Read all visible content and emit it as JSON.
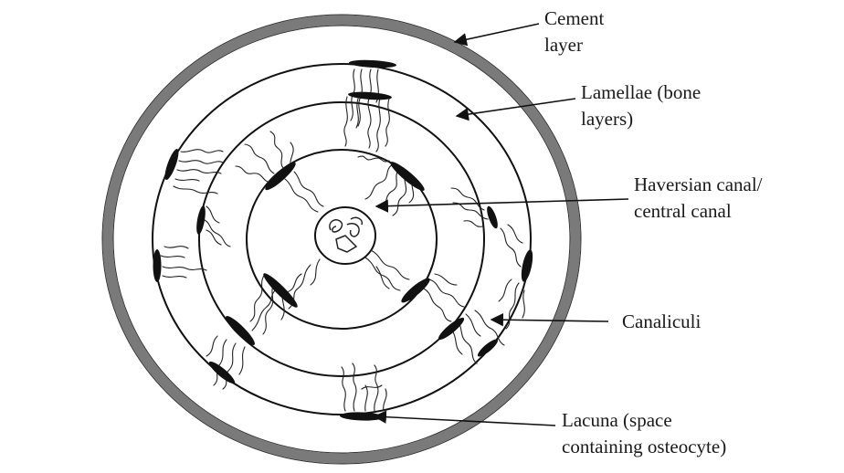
{
  "labels": {
    "cement": [
      "Cement",
      "layer"
    ],
    "lamellae": [
      "Lamellae (bone",
      "layers)"
    ],
    "haversian": [
      "Haversian canal/",
      "central canal"
    ],
    "canaliculi": [
      "Canaliculi"
    ],
    "lacuna": [
      "Lacuna (space",
      "containing osteocyte)"
    ]
  },
  "colors": {
    "line": "#111111",
    "cement_fill": "#7a7a7a",
    "background": "#ffffff",
    "lacuna": "#111111"
  },
  "icons": {
    "pointer": "arrow-icon"
  }
}
